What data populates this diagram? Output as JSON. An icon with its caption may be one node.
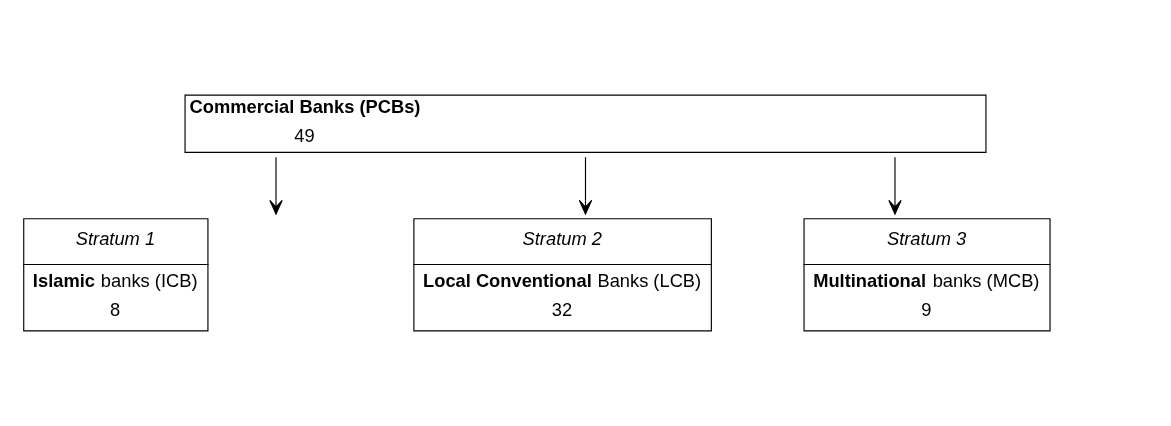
{
  "diagram": {
    "nodes": [
      {
        "text": [
          "Commercial Banks (PCBs)",
          "49"
        ]
      },
      {
        "text": [
          "Stratum 1",
          "**Islamic** banks (ICB)",
          "8"
        ]
      },
      {
        "text": [
          "Stratum 2",
          "**Local Conventional** Banks (LCB)",
          "32"
        ]
      },
      {
        "text": [
          "Stratum 3",
          "**Multinational** banks (MCB)",
          "9"
        ]
      }
    ],
    "edges": [
      {
        "from": 0,
        "to": 1,
        "arrow": "to"
      },
      {
        "from": 0,
        "to": 2,
        "arrow": "to"
      },
      {
        "from": 0,
        "to": 3,
        "arrow": "to"
      }
    ]
  }
}
